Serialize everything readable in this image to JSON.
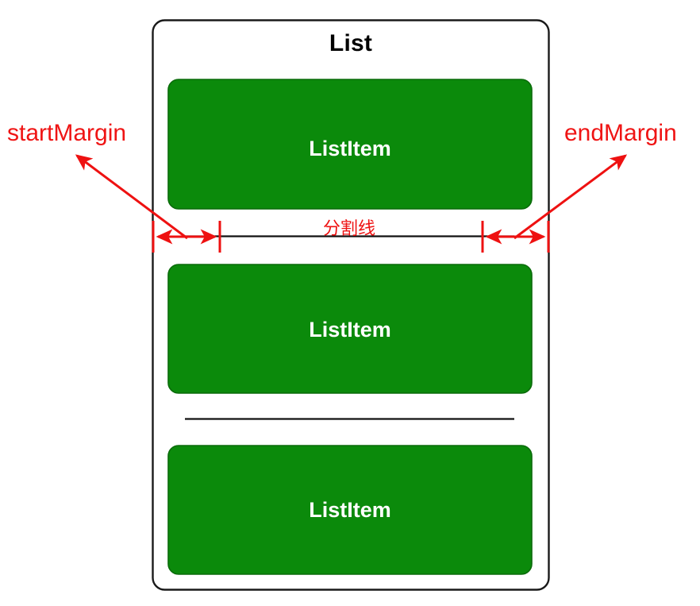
{
  "diagram": {
    "title": "List",
    "container_name": "list-container",
    "items": [
      {
        "label": "ListItem"
      },
      {
        "label": "ListItem"
      },
      {
        "label": "ListItem"
      }
    ],
    "dividers": [
      {
        "label": "分割线",
        "labeled": true
      },
      {
        "label": "",
        "labeled": false
      }
    ],
    "annotations": {
      "start_margin": "startMargin",
      "end_margin": "endMargin"
    },
    "colors": {
      "item_fill": "#0b8a0b",
      "item_stroke": "#0a6b0a",
      "container_stroke": "#1a1a1a",
      "annotation_red": "#ee1111",
      "divider_black": "#111111",
      "item_text": "#ffffff",
      "title_text": "#000000",
      "background": "#ffffff"
    }
  }
}
